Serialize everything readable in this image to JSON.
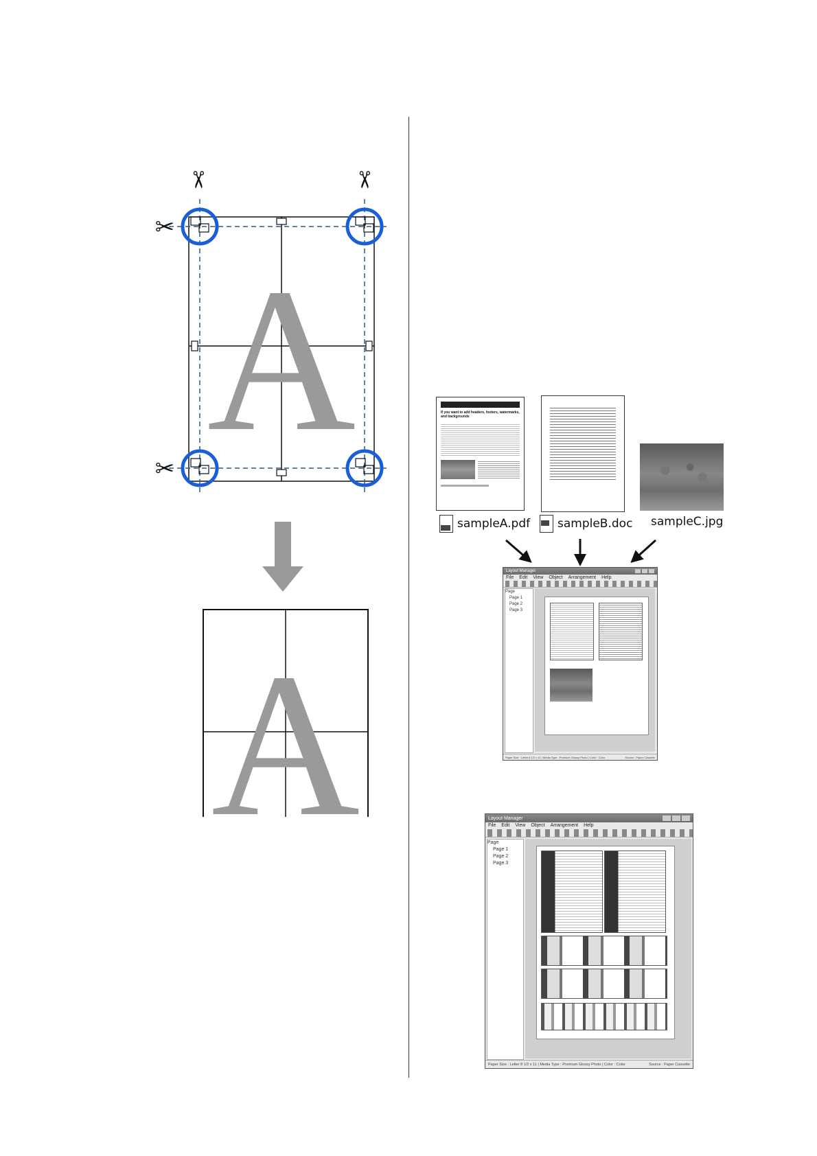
{
  "left_figure": {
    "letter": "A",
    "colors": {
      "circle": "#1a5fd6",
      "dash": "#2a5a8a",
      "letter": "#9a9a9a",
      "arrow": "#9a9a9a"
    }
  },
  "files": [
    {
      "name": "sampleA.pdf",
      "icon": "pdf-file-icon"
    },
    {
      "name": "sampleB.doc",
      "icon": "doc-file-icon"
    },
    {
      "name": "sampleC.jpg",
      "icon": "jpg-file-icon"
    }
  ],
  "sampleA_heading": "If you want to add headers, footers, watermarks, and backgrounds",
  "window1": {
    "title": "Layout Manager",
    "menu": [
      "File",
      "Edit",
      "View",
      "Object",
      "Arrangement",
      "Help"
    ],
    "tree_root": "Page",
    "tree_items": [
      "Page 1",
      "Page 2",
      "Page 3"
    ],
    "status_left": "Paper Size : Letter 8 1/2 x 11 | Media Type : Premium Glossy Photo | Color : Color",
    "status_right": "Source : Paper Cassette"
  },
  "window2": {
    "title": "Layout Manager",
    "menu": [
      "File",
      "Edit",
      "View",
      "Object",
      "Arrangement",
      "Help"
    ],
    "tree_root": "Page",
    "tree_items": [
      "Page 1",
      "Page 2",
      "Page 3"
    ],
    "status_left": "Paper Size : Letter 8 1/2 x 11 | Media Type : Premium Glossy Photo | Color : Color",
    "status_right": "Source : Paper Cassette"
  }
}
